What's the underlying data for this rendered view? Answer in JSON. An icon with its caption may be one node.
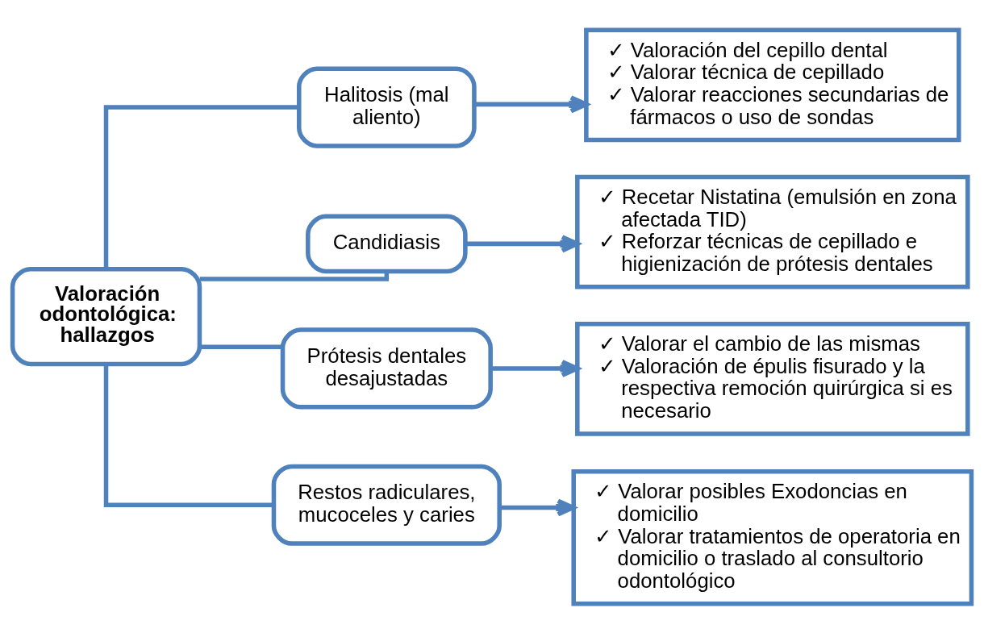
{
  "diagram": {
    "nodes": [
      {
        "text": [
          "Valoración odontológica: hallazgos"
        ]
      },
      {
        "text": [
          "Halitosis (mal aliento)"
        ]
      },
      {
        "text": [
          "Candidiasis"
        ]
      },
      {
        "text": [
          "Prótesis dentales desajustadas"
        ]
      },
      {
        "text": [
          "Restos radiculares, mucoceles y caries"
        ]
      },
      {
        "text": [
          "✓ Valoración del cepillo dental",
          "✓ Valorar técnica de cepillado",
          "✓ Valorar reacciones secundarias de fármacos o uso de sondas"
        ]
      },
      {
        "text": [
          "✓ Recetar Nistatina (emulsión en zona afectada TID)",
          "✓ Reforzar técnicas de cepillado e higienización de prótesis dentales"
        ]
      },
      {
        "text": [
          "✓ Valorar el cambio de las mismas",
          "✓ Valoración de épulis fisurado y la respectiva remoción quirúrgica si es necesario"
        ]
      },
      {
        "text": [
          "✓ Valorar posibles Exodoncias en domicilio",
          "✓ Valorar tratamientos de operatoria en domicilio o traslado al consultorio odontológico"
        ]
      }
    ],
    "edges": [
      {
        "from": 0,
        "to": 1,
        "arrow": "none"
      },
      {
        "from": 0,
        "to": 2,
        "arrow": "none"
      },
      {
        "from": 0,
        "to": 3,
        "arrow": "none"
      },
      {
        "from": 0,
        "to": 4,
        "arrow": "none"
      },
      {
        "from": 1,
        "to": 5,
        "arrow": "to"
      },
      {
        "from": 2,
        "to": 6,
        "arrow": "to"
      },
      {
        "from": 3,
        "to": 7,
        "arrow": "to"
      },
      {
        "from": 4,
        "to": 8,
        "arrow": "to"
      }
    ]
  }
}
